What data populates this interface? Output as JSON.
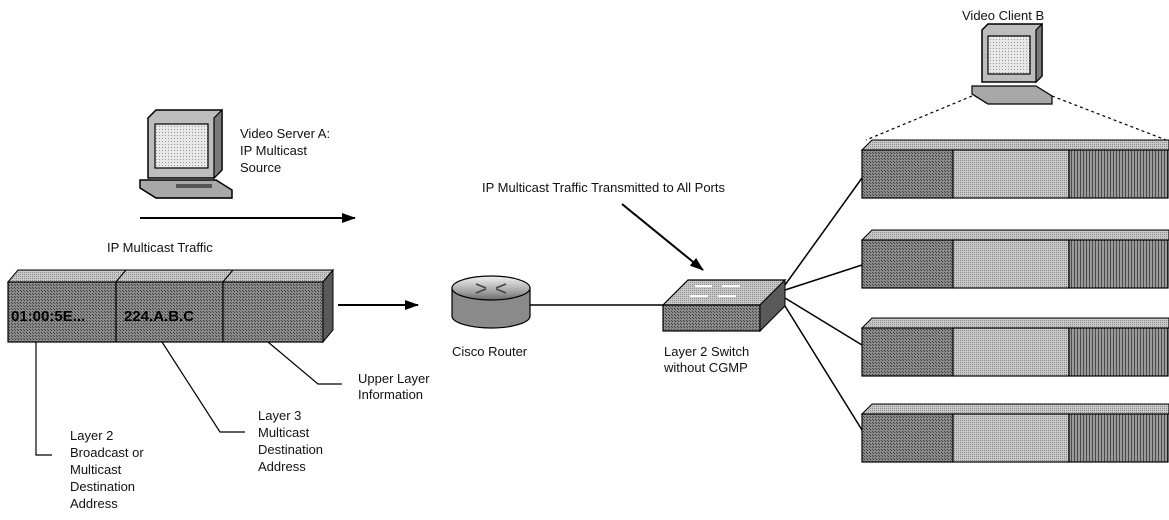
{
  "server": {
    "label_lines": [
      "Video Server A:",
      "IP Multicast",
      "Source"
    ]
  },
  "client": {
    "label": "Video Client B"
  },
  "traffic": {
    "label": "IP Multicast Traffic"
  },
  "packet": {
    "field_mac": "01:00:5E...",
    "field_ip": "224.A.B.C",
    "field_upper": ""
  },
  "callouts": {
    "layer2_lines": [
      "Layer 2",
      "Broadcast or",
      "Multicast",
      "Destination",
      "Address"
    ],
    "layer3_lines": [
      "Layer 3",
      "Multicast",
      "Destination",
      "Address"
    ],
    "upper_lines": [
      "Upper Layer",
      "Information"
    ]
  },
  "router": {
    "label": "Cisco Router"
  },
  "switch": {
    "label_lines": [
      "Layer 2 Switch",
      "without CGMP"
    ]
  },
  "switch_note": {
    "label": "IP Multicast Traffic Transmitted to All Ports"
  },
  "colors": {
    "packet_fill": "#7d7d7d",
    "packet_top": "#bdbdbd",
    "lines": "#000000"
  }
}
